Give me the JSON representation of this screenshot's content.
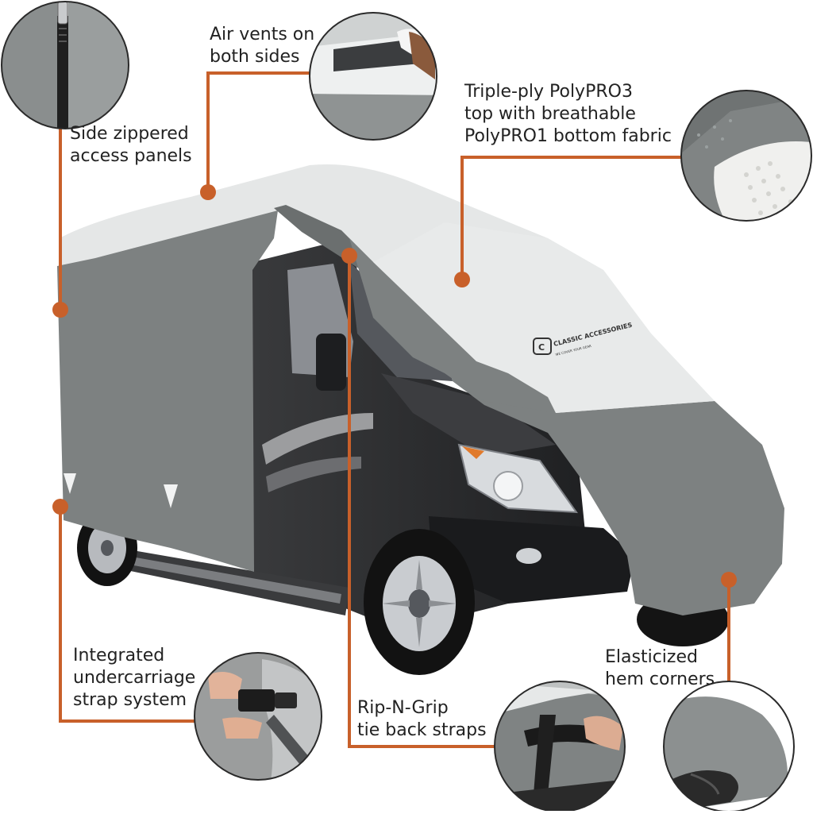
{
  "colors": {
    "accent": "#c8602a",
    "cover_dark": "#7d8181",
    "cover_light": "#e4e6e6",
    "van_body": "#2e2f31",
    "circle_border": "#2a2a2a"
  },
  "callouts": [
    {
      "id": "side-zippered-access-panels",
      "lines": [
        "Side zippered",
        "access panels"
      ]
    },
    {
      "id": "air-vents",
      "lines": [
        "Air vents on",
        "both sides"
      ]
    },
    {
      "id": "triple-ply-top",
      "lines": [
        "Triple-ply PolyPRO3",
        "top with breathable",
        "PolyPRO1 bottom fabric"
      ]
    },
    {
      "id": "undercarriage-strap",
      "lines": [
        "Integrated",
        "undercarriage",
        "strap system"
      ]
    },
    {
      "id": "rip-n-grip",
      "lines": [
        "Rip-N-Grip",
        "tie back straps"
      ]
    },
    {
      "id": "elasticized-hem",
      "lines": [
        "Elasticized",
        "hem corners"
      ]
    }
  ],
  "logo": {
    "brand": "CLASSIC ACCESSORIES",
    "tagline": "WE COVER YOUR GEAR"
  },
  "icons": [
    "zipper-icon",
    "air-vent-icon",
    "fabric-layers-icon",
    "buckle-strap-icon",
    "velcro-strap-icon",
    "elastic-hem-icon"
  ]
}
